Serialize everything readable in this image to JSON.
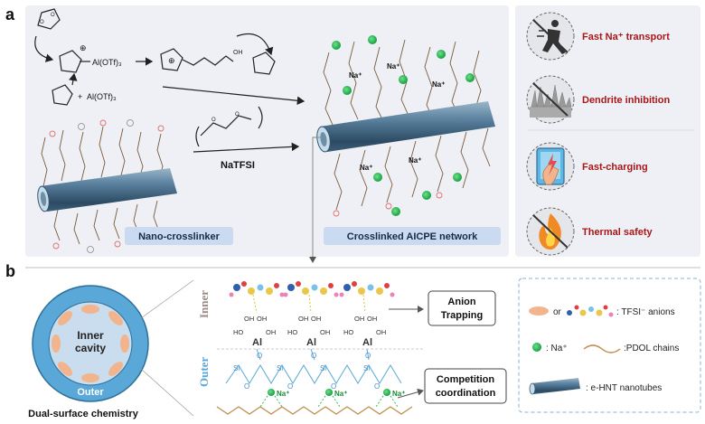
{
  "panel_a": {
    "label": "a",
    "reagent": "Al(OTf)₃",
    "reagent2": "Al(OTf)₃",
    "plus": "+",
    "charge": "⊕",
    "reagent_arrow": "NaTFSI",
    "na_label": "Na⁺",
    "nano_crosslinker": "Nano-crosslinker",
    "network": "Crosslinked AICPE network"
  },
  "features": [
    {
      "label": "Fast Na⁺ transport",
      "icon": "running-person-icon"
    },
    {
      "label": "Dendrite inhibition",
      "icon": "dendrite-icon"
    },
    {
      "label": "Fast-charging",
      "icon": "phone-charging-icon"
    },
    {
      "label": "Thermal safety",
      "icon": "flame-icon"
    }
  ],
  "panel_b": {
    "label": "b",
    "inner_cavity": "Inner\ncavity",
    "outer": "Outer",
    "dual_surface": "Dual-surface chemistry",
    "inner_side": "Inner",
    "outer_side": "Outer",
    "anion_trapping": "Anion\nTrapping",
    "competition": "Competition\ncoordination",
    "oh": "OH",
    "ho": "HO",
    "al": "Al",
    "o": "O",
    "si": "Si",
    "na": "Na⁺"
  },
  "legend": {
    "or": "or",
    "tfsi": ": TFSI⁻ anions",
    "na": ": Na⁺",
    "pdol": ":PDOL chains",
    "hnt": ": e-HNT nanotubes"
  },
  "colors": {
    "bg_a": "#eef0f5",
    "label_box": "#c9daf1",
    "red_text": "#a81818",
    "na_green": "#22b24c",
    "tube": "#4e7590",
    "inner_pink": "#f2b48c",
    "outer_blue": "#5aa8d8",
    "chain": "#c08a4a"
  }
}
